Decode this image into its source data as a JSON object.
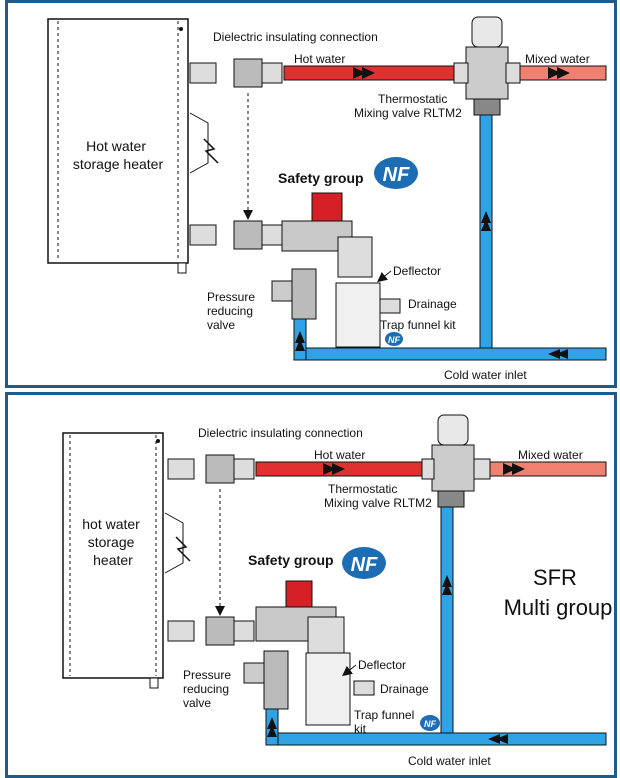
{
  "top": {
    "heater_label": [
      "Hot water",
      "storage heater"
    ],
    "dielectric": "Dielectric insulating connection",
    "hot_water": "Hot water",
    "mixed_water": "Mixed water",
    "mixing_valve": [
      "Thermostatic",
      "Mixing valve RLTM2"
    ],
    "safety_group": "Safety group",
    "deflector": "Deflector",
    "drainage": "Drainage",
    "trap_funnel": "Trap funnel kit",
    "pressure_reducing": [
      "Pressure",
      "reducing",
      "valve"
    ],
    "cold_water_inlet": "Cold water inlet"
  },
  "bottom": {
    "heater_label": [
      "hot water",
      "storage",
      "heater"
    ],
    "dielectric": "Dielectric insulating connection",
    "hot_water": "Hot water",
    "mixed_water": "Mixed water",
    "mixing_valve": [
      "Thermostatic",
      "Mixing valve RLTM2"
    ],
    "safety_group": "Safety group",
    "deflector": "Deflector",
    "drainage": "Drainage",
    "trap_funnel": [
      "Trap funnel",
      "kit"
    ],
    "pressure_reducing": [
      "Pressure",
      "reducing",
      "valve"
    ],
    "cold_water_inlet": "Cold water inlet",
    "sfr_label": [
      "SFR",
      "Multi group"
    ]
  },
  "nf_logo": "NF",
  "colors": {
    "frame": "#1f5b86",
    "hot_pipe": "#e03131",
    "mixed_pipe": "#f08070",
    "cold_pipe": "#2fa3e6",
    "nf_blue": "#1c6db4",
    "safety_red": "#d71f26"
  }
}
